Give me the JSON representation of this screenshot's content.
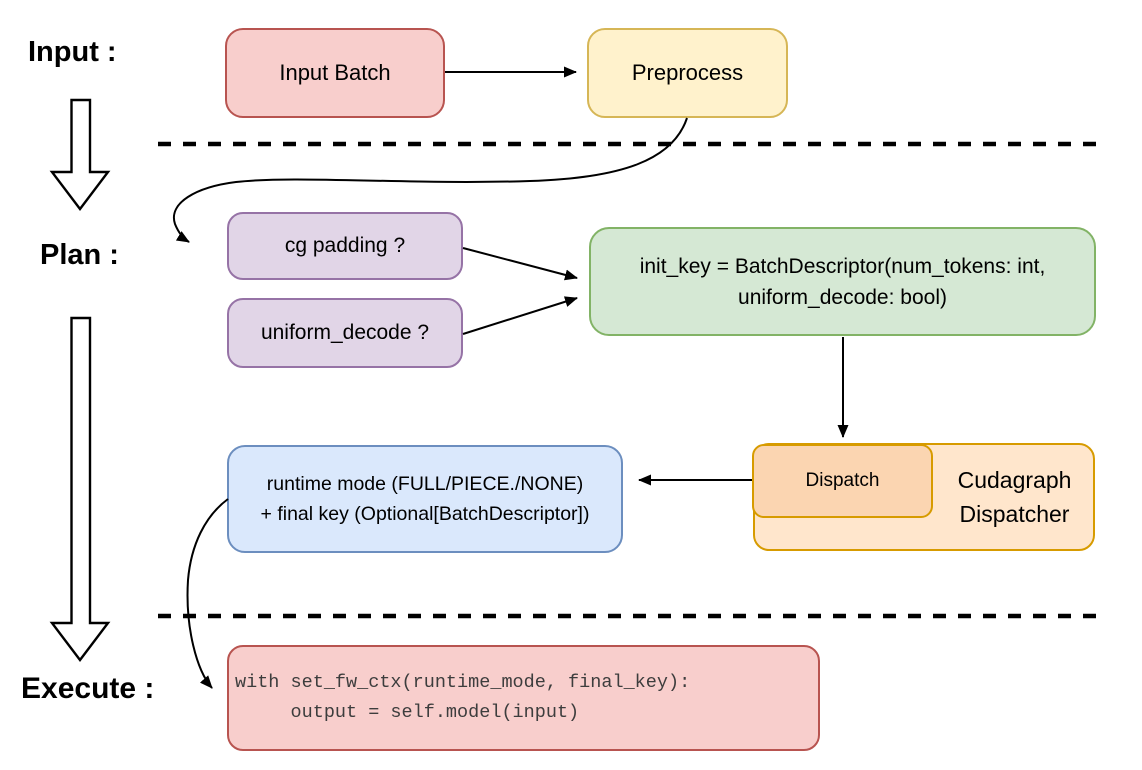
{
  "stages": {
    "input_label": "Input :",
    "plan_label": "Plan :",
    "execute_label": "Execute :"
  },
  "nodes": {
    "input_batch": {
      "label": "Input Batch",
      "fill": "#f8cecc",
      "stroke": "#b85450"
    },
    "preprocess": {
      "label": "Preprocess",
      "fill": "#fff2cc",
      "stroke": "#d6b656"
    },
    "cg_padding": {
      "label": "cg padding ?",
      "fill": "#e1d5e7",
      "stroke": "#9673a6"
    },
    "uniform_decode": {
      "label": "uniform_decode ?",
      "fill": "#e1d5e7",
      "stroke": "#9673a6"
    },
    "init_key": {
      "lines": [
        "init_key = BatchDescriptor(num_tokens: int,",
        "uniform_decode: bool)"
      ],
      "fill": "#d5e8d4",
      "stroke": "#82b366"
    },
    "cudagraph_dispatcher": {
      "lines": [
        "Cudagraph",
        "Dispatcher"
      ],
      "fill": "#ffe6cc",
      "stroke": "#d79b00"
    },
    "dispatch": {
      "label": "Dispatch",
      "fill": "#fbd5b1",
      "stroke": "#d79b00"
    },
    "runtime_mode": {
      "lines": [
        "runtime mode (FULL/PIECE./NONE)",
        "+ final key (Optional[BatchDescriptor])"
      ],
      "fill": "#dae8fc",
      "stroke": "#6c8ebf"
    },
    "execute_code": {
      "lines": [
        "with set_fw_ctx(runtime_mode, final_key):",
        "     output = self.model(input)"
      ],
      "fill": "#f8cecc",
      "stroke": "#b85450"
    }
  }
}
